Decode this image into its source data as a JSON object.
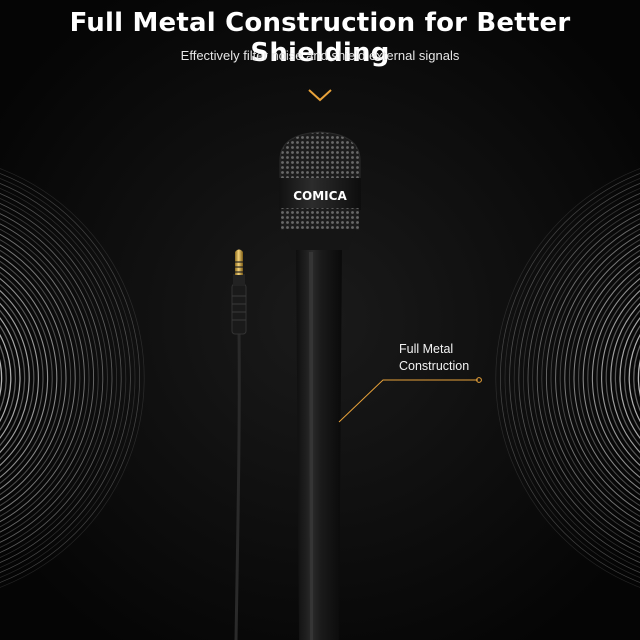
{
  "header": {
    "title": "Full Metal Construction for Better Shielding",
    "subtitle": "Effectively filter noise and shield external signals"
  },
  "product": {
    "brand": "COMICA"
  },
  "callout": {
    "line1": "Full Metal",
    "line2": "Construction"
  },
  "colors": {
    "background": "#0b0b0b",
    "accent": "#e8a23a",
    "text": "#ffffff"
  },
  "icons": {
    "scroll_hint": "chevron-down-icon"
  }
}
